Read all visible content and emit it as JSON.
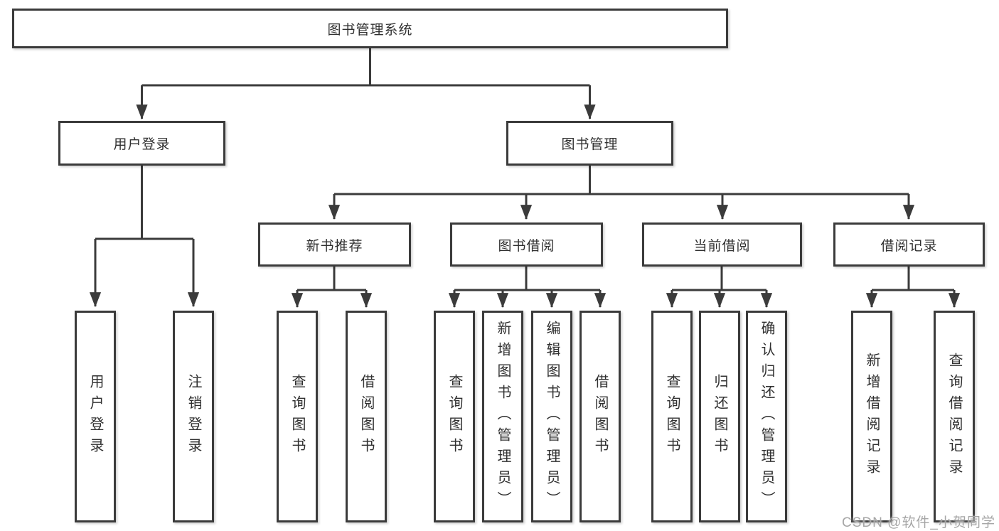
{
  "tree": {
    "root": {
      "label": "图书管理系统"
    },
    "branches": [
      {
        "label": "用户登录",
        "children": [
          {
            "label": "用户登录"
          },
          {
            "label": "注销登录"
          }
        ]
      },
      {
        "label": "图书管理",
        "children": [
          {
            "label": "新书推荐",
            "children": [
              {
                "label": "查询图书"
              },
              {
                "label": "借阅图书"
              }
            ]
          },
          {
            "label": "图书借阅",
            "children": [
              {
                "label": "查询图书"
              },
              {
                "label": "新增图书（管理员）"
              },
              {
                "label": "编辑图书（管理员）"
              },
              {
                "label": "借阅图书"
              }
            ]
          },
          {
            "label": "当前借阅",
            "children": [
              {
                "label": "查询图书"
              },
              {
                "label": "归还图书"
              },
              {
                "label": "确认归还（管理员）"
              }
            ]
          },
          {
            "label": "借阅记录",
            "children": [
              {
                "label": "新增借阅记录"
              },
              {
                "label": "查询借阅记录"
              }
            ]
          }
        ]
      }
    ]
  },
  "watermark": {
    "text": "CSDN @软件_小贺同学"
  },
  "colors": {
    "line": "#3b3b3b",
    "text": "#303030",
    "background": "#ffffff",
    "watermark": "#a6a6a6"
  }
}
